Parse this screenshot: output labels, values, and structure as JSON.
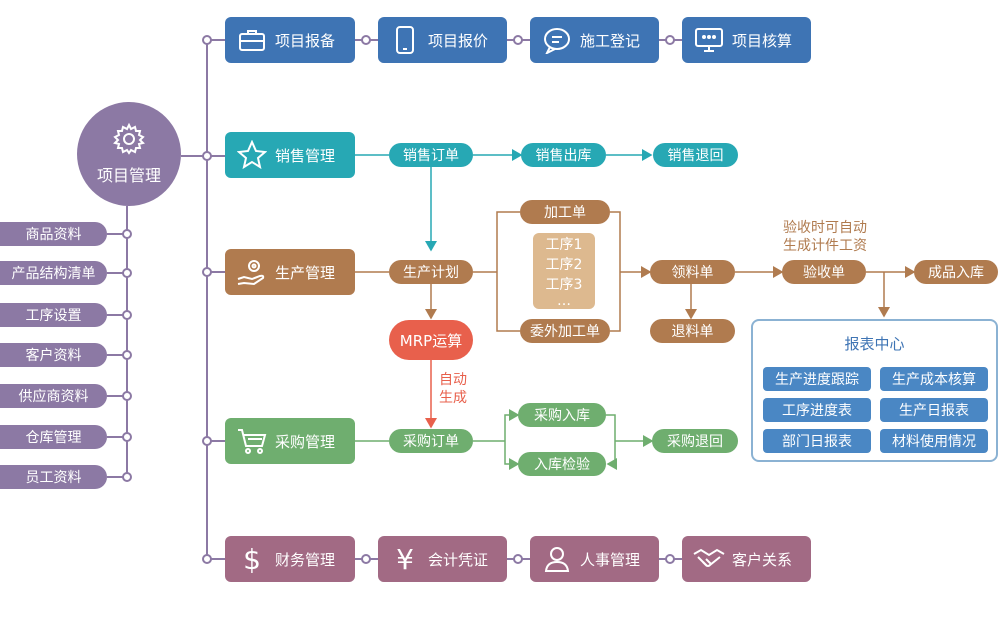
{
  "hub": {
    "label": "项目管理",
    "icon": "gear-icon"
  },
  "sidebar": {
    "items": [
      "商品资料",
      "产品结构清单",
      "工序设置",
      "客户资料",
      "供应商资料",
      "仓库管理",
      "员工资料"
    ]
  },
  "row1": {
    "items": [
      {
        "label": "项目报备",
        "icon": "briefcase-icon"
      },
      {
        "label": "项目报价",
        "icon": "phone-icon"
      },
      {
        "label": "施工登记",
        "icon": "chat-icon"
      },
      {
        "label": "项目核算",
        "icon": "monitor-icon"
      }
    ]
  },
  "sales": {
    "module": "销售管理",
    "icon": "star-icon",
    "order": "销售订单",
    "out": "销售出库",
    "return": "销售退回"
  },
  "production": {
    "module": "生产管理",
    "icon": "hand-gear-icon",
    "plan": "生产计划",
    "process_order": "加工单",
    "steps": [
      "工序1",
      "工序2",
      "工序3",
      "…"
    ],
    "outsource": "委外加工单",
    "pick": "领料单",
    "return_material": "退料单",
    "accept": "验收单",
    "accept_note_line1": "验收时可自动",
    "accept_note_line2": "生成计件工资",
    "warehouse_in": "成品入库"
  },
  "mrp": {
    "label": "MRP运算",
    "note_line1": "自动",
    "note_line2": "生成"
  },
  "purchase": {
    "module": "采购管理",
    "icon": "cart-icon",
    "order": "采购订单",
    "in": "采购入库",
    "inspect": "入库检验",
    "return": "采购退回"
  },
  "report": {
    "title": "报表中心",
    "items": [
      "生产进度跟踪",
      "生产成本核算",
      "工序进度表",
      "生产日报表",
      "部门日报表",
      "材料使用情况"
    ]
  },
  "row_bottom": {
    "items": [
      {
        "label": "财务管理",
        "icon": "dollar-icon"
      },
      {
        "label": "会计凭证",
        "icon": "yen-icon"
      },
      {
        "label": "人事管理",
        "icon": "person-icon"
      },
      {
        "label": "客户关系",
        "icon": "handshake-icon"
      }
    ]
  },
  "colors": {
    "purple": "#8c79a4",
    "blue": "#3e74b4",
    "teal": "#27a8b4",
    "brown": "#b07b4f",
    "green": "#6fae6f",
    "plum": "#a26a84",
    "red": "#e8604c"
  }
}
